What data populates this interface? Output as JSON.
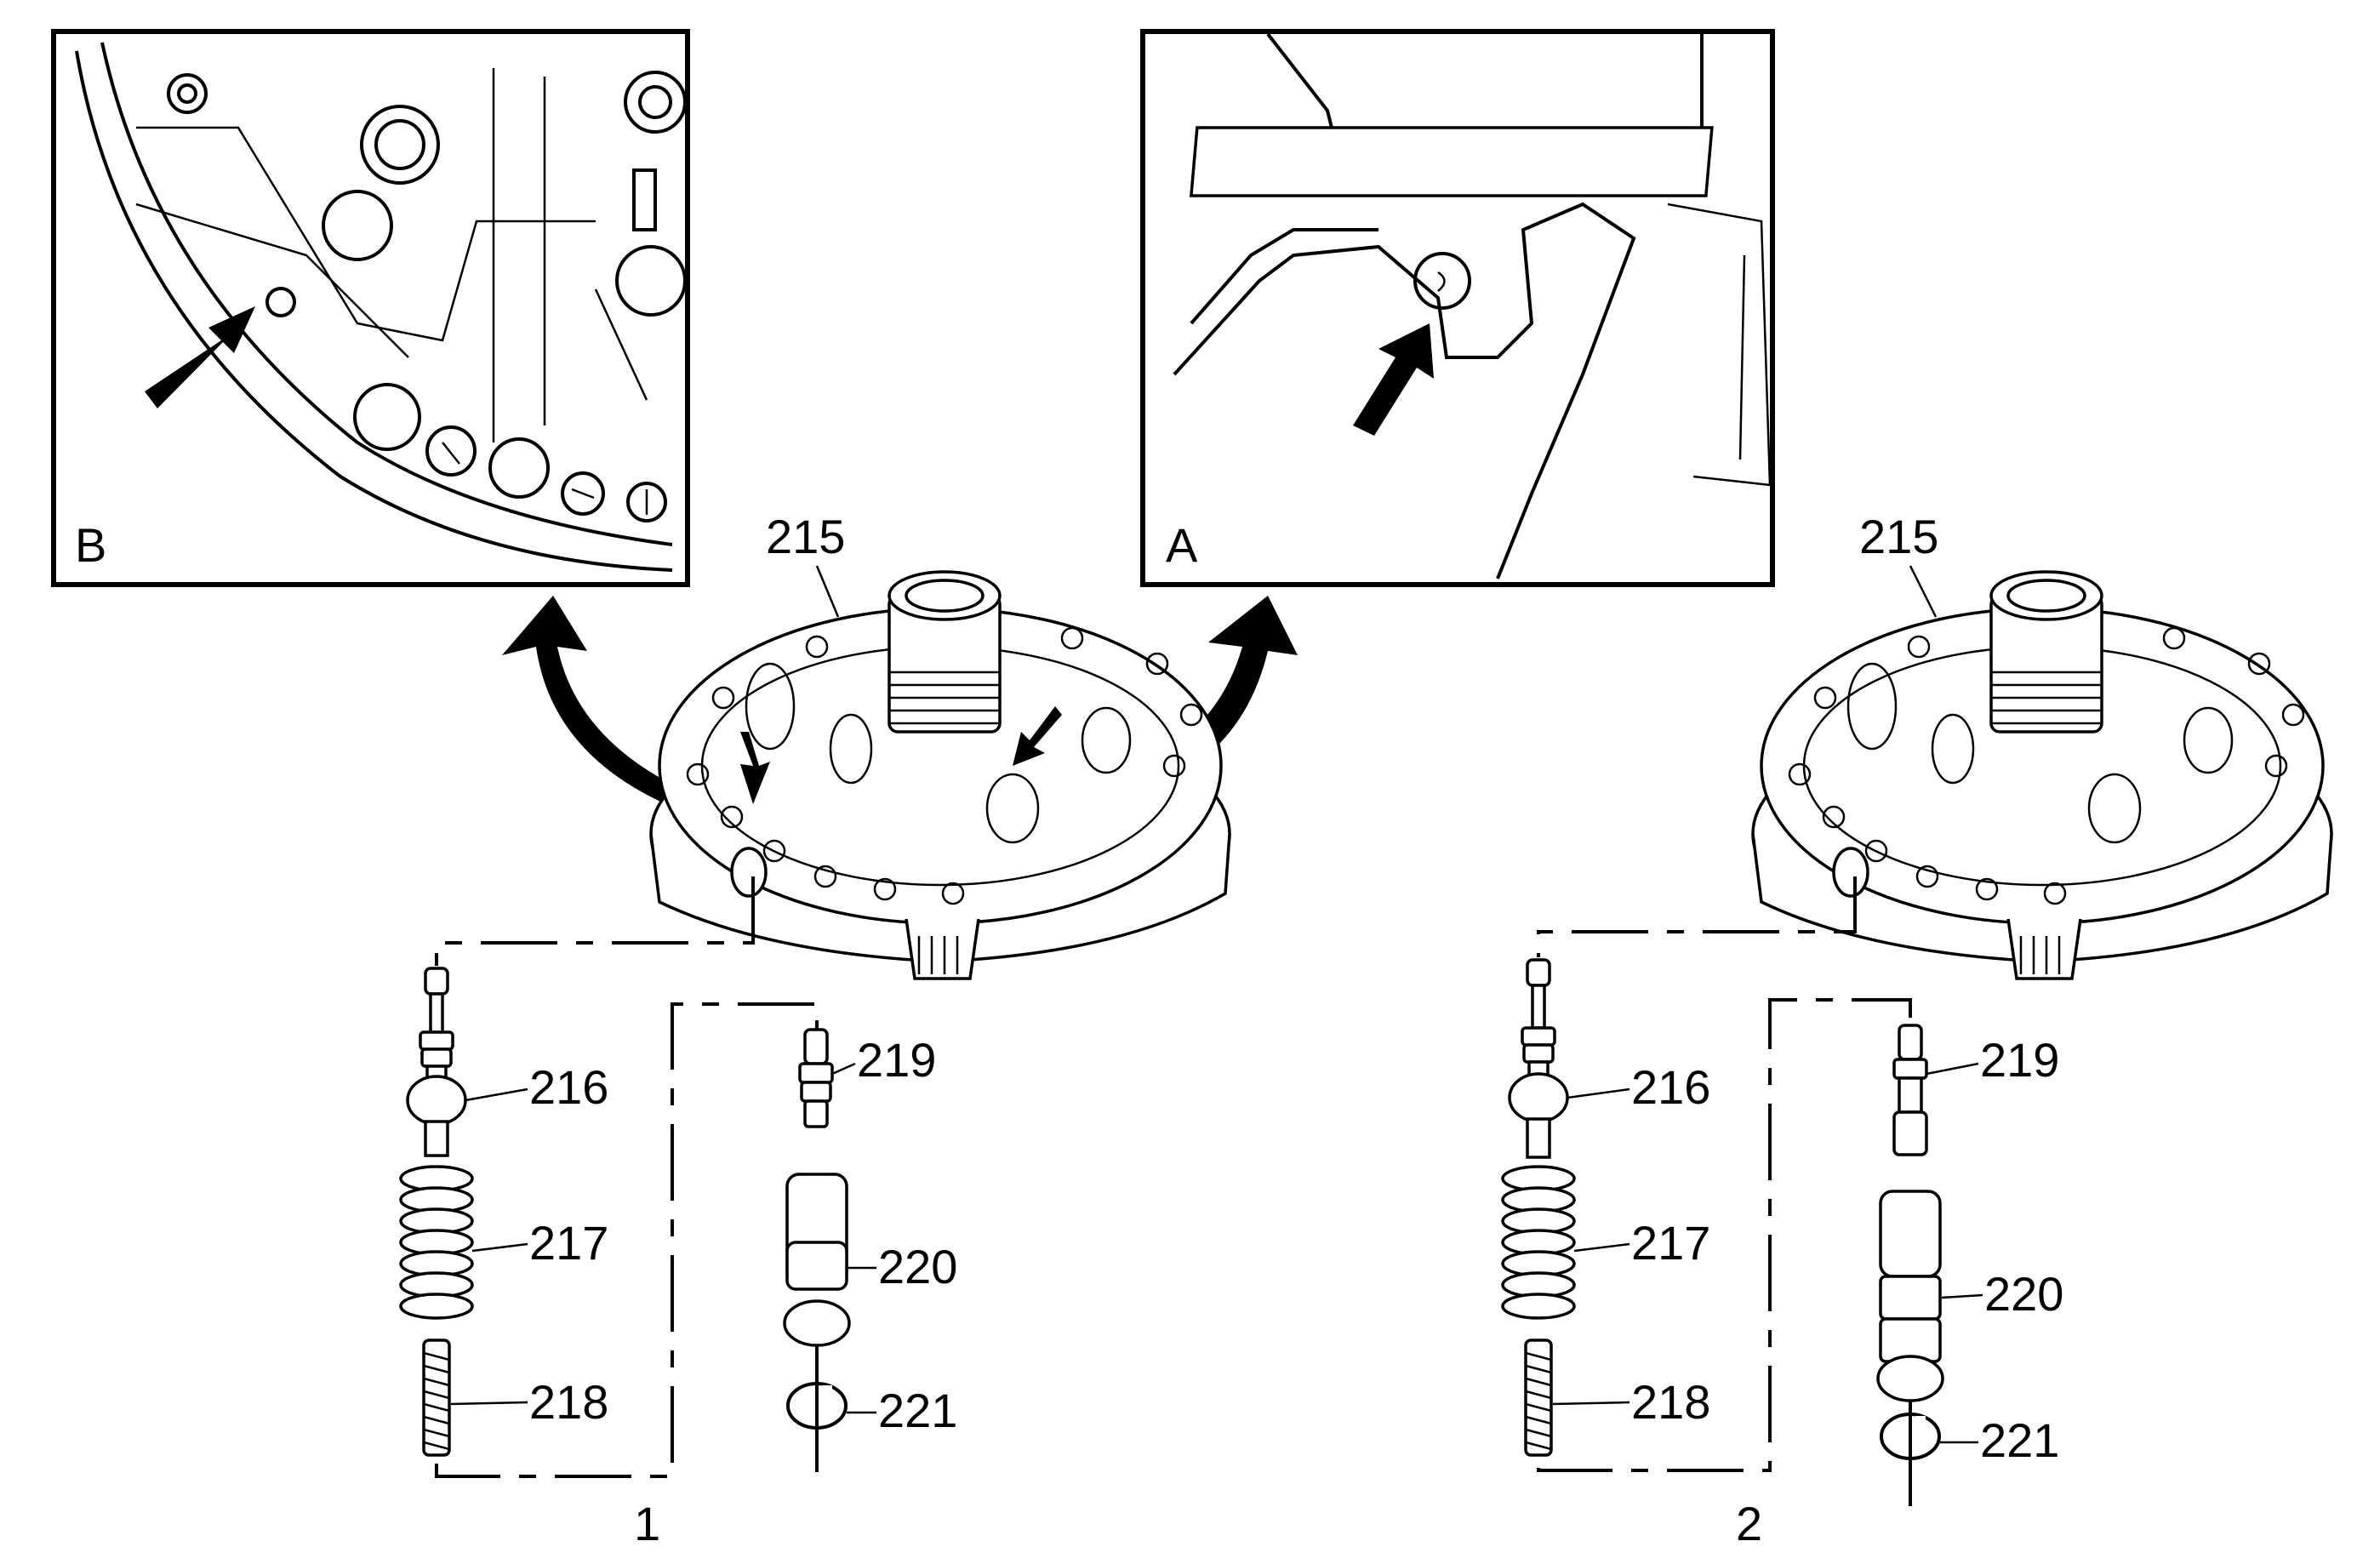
{
  "insets": {
    "b": {
      "label": "B"
    },
    "a": {
      "label": "A"
    }
  },
  "views": [
    {
      "view_label": "1",
      "assembly_label": "215",
      "labels": [
        "216",
        "217",
        "218",
        "219",
        "220",
        "221"
      ]
    },
    {
      "view_label": "2",
      "assembly_label": "215",
      "labels": [
        "216",
        "217",
        "218",
        "219",
        "220",
        "221"
      ]
    }
  ]
}
